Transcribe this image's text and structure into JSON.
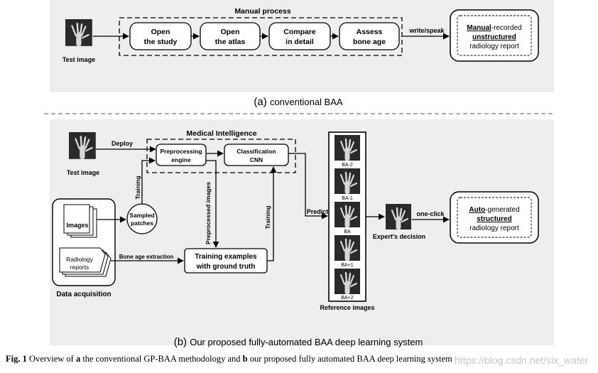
{
  "colors": {
    "line": "#000000",
    "panel_bg": "#eeeeee",
    "xray_bg": "#2a2a2a",
    "bone": "#d8d8d8",
    "watermark": "#9a9a9a"
  },
  "part_a": {
    "test_image_label": "Test image",
    "manual_process_label": "Manual process",
    "steps": [
      {
        "line1": "Open",
        "line2": "the study"
      },
      {
        "line1": "Open",
        "line2": "the atlas"
      },
      {
        "line1": "Compare",
        "line2": "in detail"
      },
      {
        "line1": "Assess",
        "line2": "bone age"
      }
    ],
    "write_speak_label": "write/speak",
    "report": {
      "w1": "Manual",
      "w1_rest": "-recorded",
      "w2": "unstructured",
      "w3": "radiology report"
    },
    "caption_letter": "(a)",
    "caption_text": "conventional BAA"
  },
  "part_b": {
    "test_image_label": "Test image",
    "deploy_label": "Deploy",
    "medical_intelligence_label": "Medical Intelligence",
    "preprocessing": {
      "line1": "Preprocessing",
      "line2": "engine"
    },
    "classification": {
      "line1": "Classification",
      "line2": "CNN"
    },
    "training_label_left": "Training",
    "preprocessed_images_label": "Preprocessed images",
    "training_label_right": "Training",
    "sampled_patches": {
      "line1": "Sampled",
      "line2": "patches"
    },
    "images_label": "Images",
    "radiology_reports": {
      "line1": "Radiology",
      "line2": "reports"
    },
    "data_acquisition_label": "Data acquisition",
    "bone_age_extraction_label": "Bone age extraction",
    "training_examples": {
      "line1": "Training examples",
      "line2": "with ground truth"
    },
    "predict_label": "Predict",
    "reference_labels": [
      "BA-2",
      "BA-1",
      "BA",
      "BA+1",
      "BA+2"
    ],
    "reference_images_label": "Reference images",
    "experts_decision_label": "Expert's decision",
    "one_click_label": "one-click",
    "report": {
      "w1": "Auto",
      "w1_rest": "-generated",
      "w2": "structured",
      "w3": "radiology report"
    },
    "caption_letter": "(b)",
    "caption_text": "Our proposed fully-automated BAA deep learning system"
  },
  "caption": {
    "fig": "Fig. 1",
    "t1": "Overview of",
    "a": "a",
    "t2": "the conventional GP-BAA methodology and",
    "b": "b",
    "t3": "our proposed fully automated BAA deep learning system"
  },
  "watermark": "https://blog.csdn.net/six_water"
}
